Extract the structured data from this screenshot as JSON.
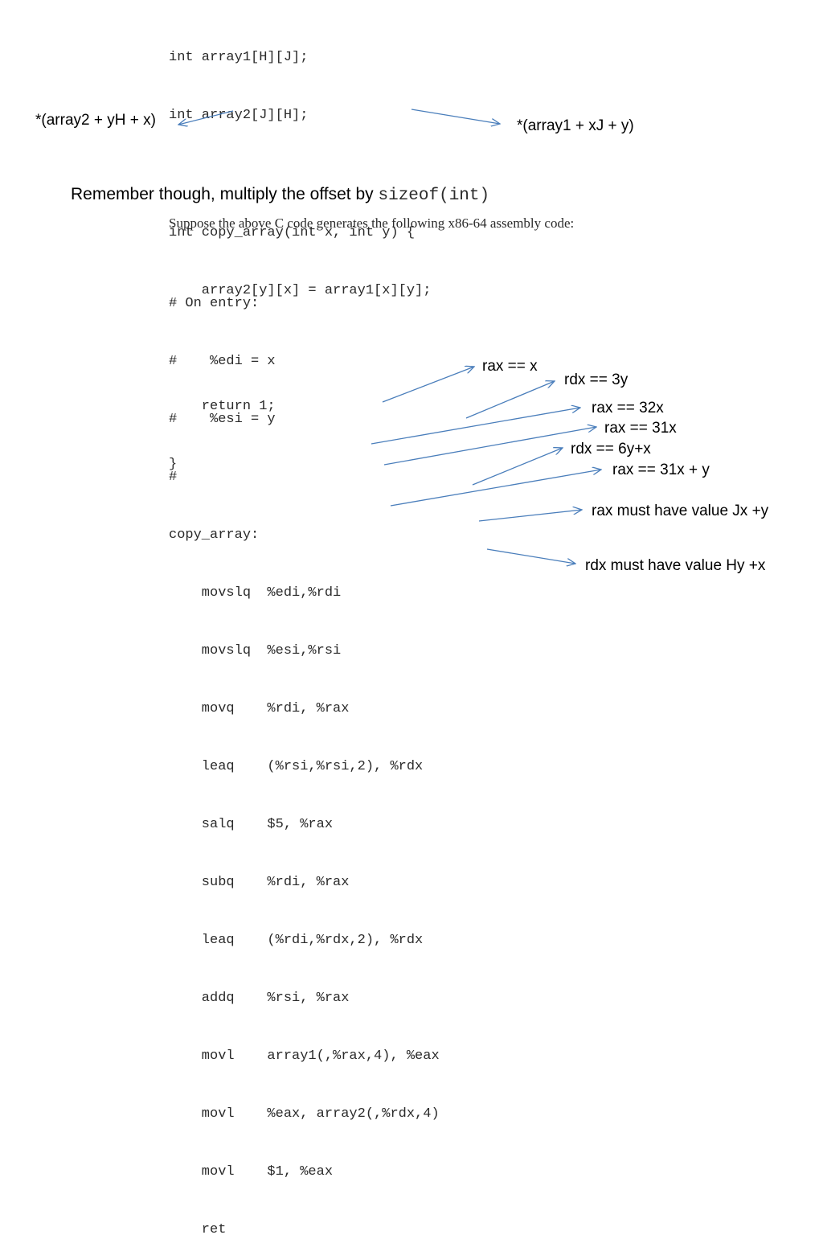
{
  "c_code": [
    "int array1[H][J];",
    "int array2[J][H];",
    "",
    "int copy_array(int x, int y) {",
    "    array2[y][x] = array1[x][y];",
    "",
    "    return 1;",
    "}"
  ],
  "annotations": {
    "array2_expr": "*(array2 + yH + x)",
    "array1_expr": "*(array1 + xJ + y)"
  },
  "remember": {
    "text": "Remember though, multiply the offset by ",
    "code": "sizeof(int)"
  },
  "caption": "Suppose the above C code generates the following x86-64 assembly code:",
  "asm_code": [
    "# On entry:",
    "#    %edi = x",
    "#    %esi = y",
    "#",
    "copy_array:",
    "    movslq  %edi,%rdi",
    "    movslq  %esi,%rsi",
    "    movq    %rdi, %rax",
    "    leaq    (%rsi,%rsi,2), %rdx",
    "    salq    $5, %rax",
    "    subq    %rdi, %rax",
    "    leaq    (%rdi,%rdx,2), %rdx",
    "    addq    %rsi, %rax",
    "    movl    array1(,%rax,4), %eax",
    "    movl    %eax, array2(,%rdx,4)",
    "    movl    $1, %eax",
    "    ret"
  ],
  "asm_notes": [
    "rax == x",
    "rdx == 3y",
    "rax == 32x",
    "rax == 31x",
    "rdx == 6y+x",
    "rax == 31x + y",
    "rax must have value Jx +y",
    "rdx must have value Hy +x"
  ],
  "colors": {
    "arrow": "#4a7ebb",
    "code_text": "#2b2b2b",
    "note_text": "#000000"
  }
}
